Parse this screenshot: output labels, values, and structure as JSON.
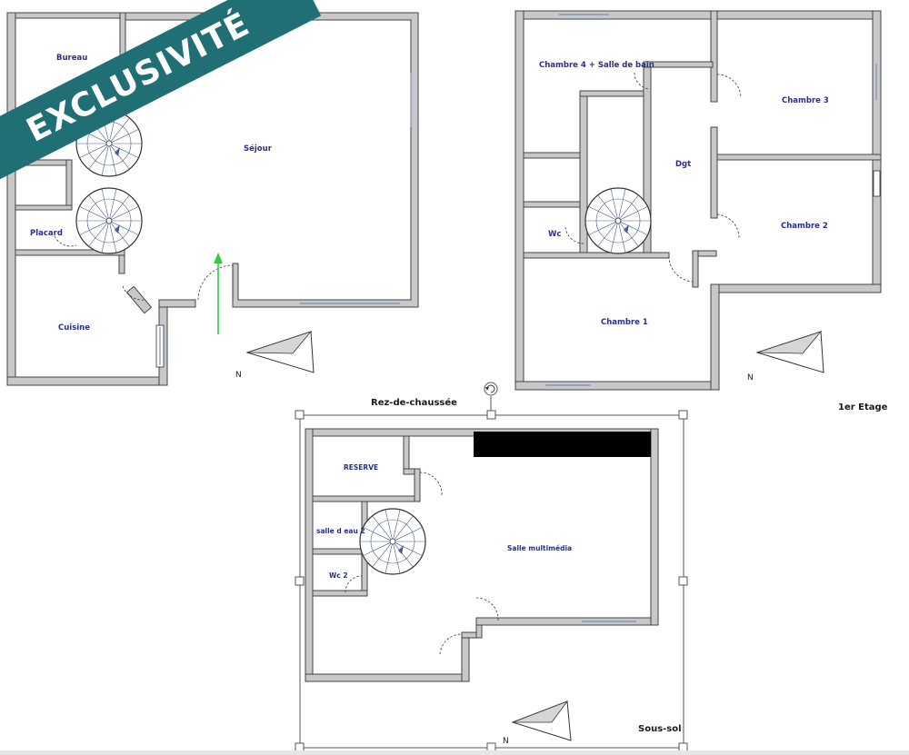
{
  "banner": {
    "text": "EXCLUSIVITÉ",
    "color": "#1f6f74"
  },
  "levels": {
    "ground": {
      "caption": "Rez-de-chaussée",
      "north": "N",
      "rooms": {
        "bureau": "Bureau",
        "sejour": "Séjour",
        "placard": "Placard",
        "cuisine": "Cuisine"
      }
    },
    "first": {
      "caption": "1er Etage",
      "north": "N",
      "rooms": {
        "chambre4": "Chambre 4 + Salle de bain",
        "chambre3": "Chambre 3",
        "dgt": "Dgt",
        "chambre2": "Chambre 2",
        "wc": "Wc",
        "chambre1": "Chambre 1"
      }
    },
    "basement": {
      "caption": "Sous-sol",
      "north": "N",
      "rooms": {
        "reserve": "RESERVE",
        "salle_eau": "salle d eau 2",
        "wc2": "Wc 2",
        "multimedia": "Salle multimédia"
      }
    }
  },
  "colors": {
    "walls": "#c8c8c8",
    "labels": "#2b2f8a",
    "entry_arrow": "#2ecc40"
  },
  "icons": [
    "compass-arrow-icon",
    "rotate-handle-icon",
    "spiral-staircase-icon",
    "entry-arrow-icon"
  ]
}
